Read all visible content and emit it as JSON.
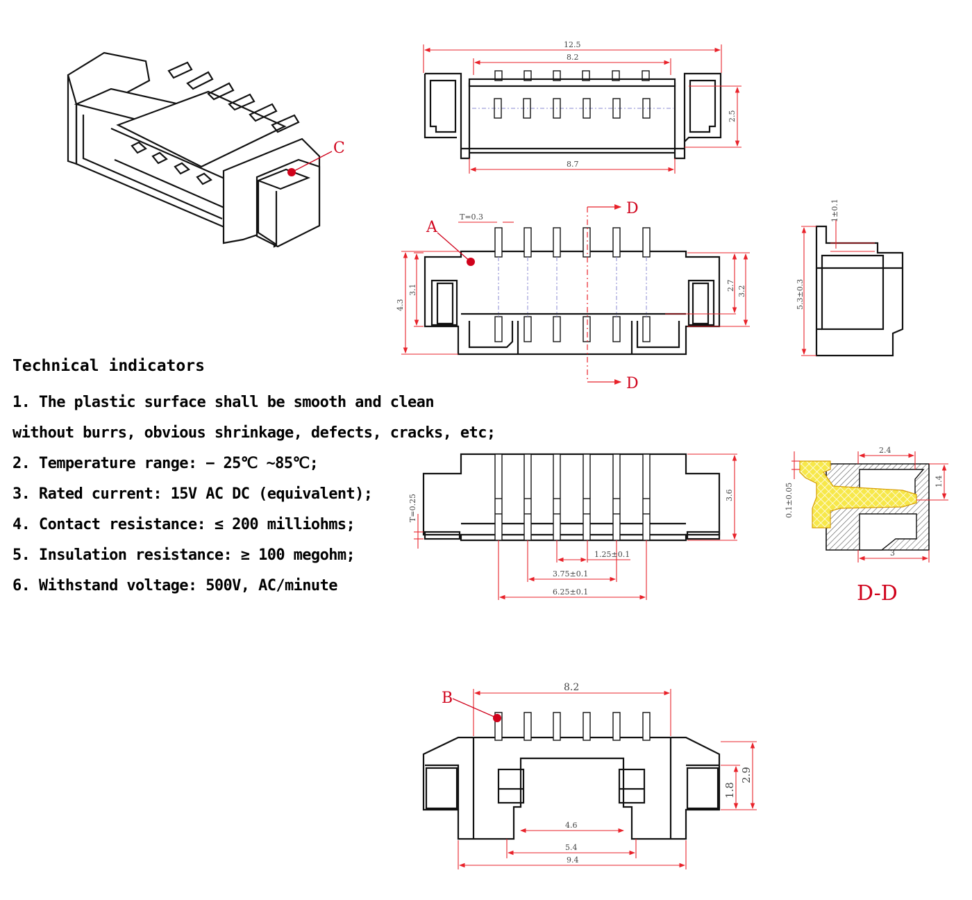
{
  "technical": {
    "heading": "Technical indicators",
    "items": [
      "1. The plastic surface shall be smooth and clean",
      "without burrs, obvious shrinkage, defects, cracks, etc;",
      "2. Temperature range: − 25℃ ~85℃;",
      "3. Rated current: 15V AC DC (equivalent);",
      "4. Contact resistance: ≤ 200 milliohms;",
      "5. Insulation resistance: ≥ 100 megohm;",
      "6. Withstand voltage: 500V, AC/minute"
    ]
  },
  "labels": {
    "callout_c": "C",
    "callout_a": "A",
    "callout_b": "B",
    "section_arrow": "D",
    "section_title": "D-D"
  },
  "dimensions": {
    "top_view": {
      "overall_width": "12.5",
      "pin_span": "8.2",
      "housing_width": "8.7",
      "height": "2.5"
    },
    "front_view": {
      "terminal_thickness": "T=0.3",
      "overall_height": "4.3",
      "left_height": "3.1",
      "right_inner": "2.7",
      "right_outer": "3.2"
    },
    "side_view": {
      "top_offset": "1±0.1",
      "height": "5.3±0.3"
    },
    "pin_view": {
      "thickness": "T=0.25",
      "height": "3.6",
      "pitch": "1.25±0.1",
      "span_3": "3.75±0.1",
      "span_5": "6.25±0.1"
    },
    "section_view": {
      "width_top": "2.4",
      "height_right": "1.4",
      "thickness": "0.1±0.05",
      "width_bottom": "3"
    },
    "bottom_view": {
      "pin_span": "8.2",
      "height_inner": "1.8",
      "height_outer": "2.9",
      "slot_inner": "4.6",
      "slot_outer": "5.4",
      "overall": "9.4"
    }
  },
  "colors": {
    "dimension_line": "#e8222a",
    "callout": "#d0021b",
    "section_fill": "#f7e84a",
    "outline": "#111111"
  }
}
